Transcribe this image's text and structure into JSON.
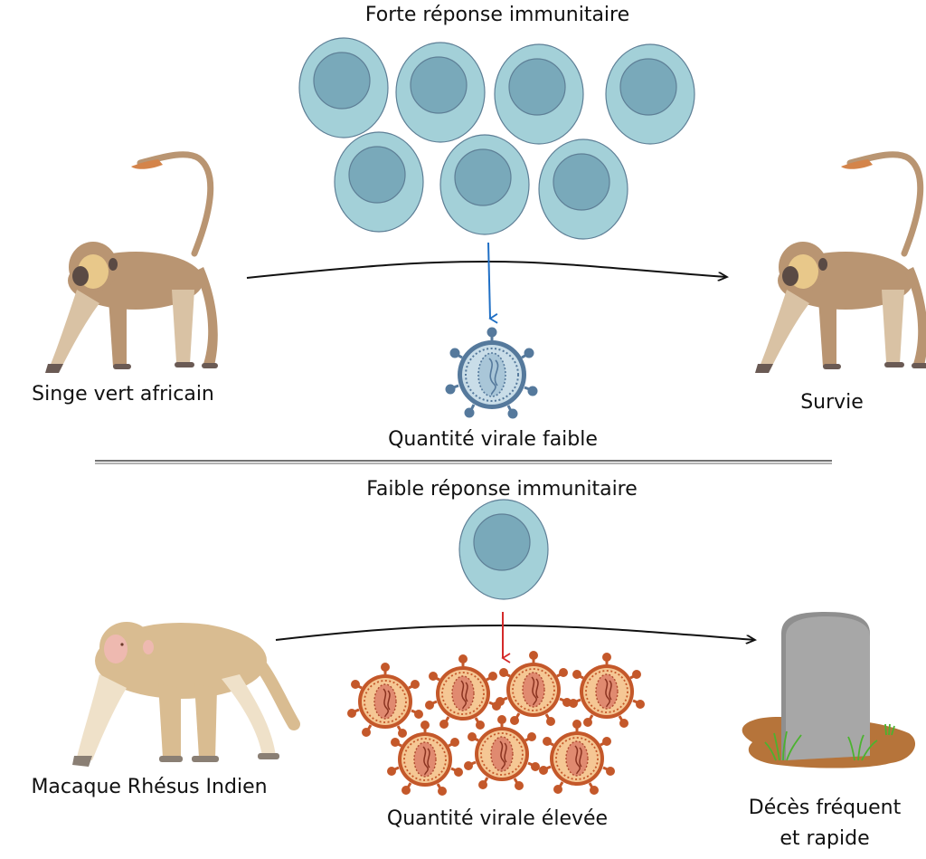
{
  "top_scenario": {
    "species_label": "Singe vert africain",
    "immune_response_label": "Forte réponse immunitaire",
    "immune_cell_count": 7,
    "viral_load_label": "Quantité virale faible",
    "virus_count": 1,
    "outcome_label": "Survie",
    "arrow_color": "#1f6fc5"
  },
  "bottom_scenario": {
    "species_label": "Macaque Rhésus Indien",
    "immune_response_label": "Faible réponse immunitaire",
    "immune_cell_count": 1,
    "viral_load_label": "Quantité virale élevée",
    "virus_count": 7,
    "outcome_label_line1": "Décès fréquent",
    "outcome_label_line2": "et rapide",
    "arrow_color": "#d42a2a"
  },
  "colors": {
    "cell_outer": "#a3d0d8",
    "cell_inner": "#79a9ba",
    "cell_stroke": "#5e7f96",
    "virus_blue_fill": "#c9dde8",
    "virus_blue_stroke": "#55799c",
    "virus_red_fill": "#f5c794",
    "virus_red_stroke": "#c4582a",
    "virus_red_core": "#e08a70",
    "green_monkey_fur": "#b99572",
    "rhesus_fur": "#d9bc91",
    "tombstone": "#a7a7a7",
    "soil": "#b6743a",
    "grass": "#4bb32f"
  }
}
